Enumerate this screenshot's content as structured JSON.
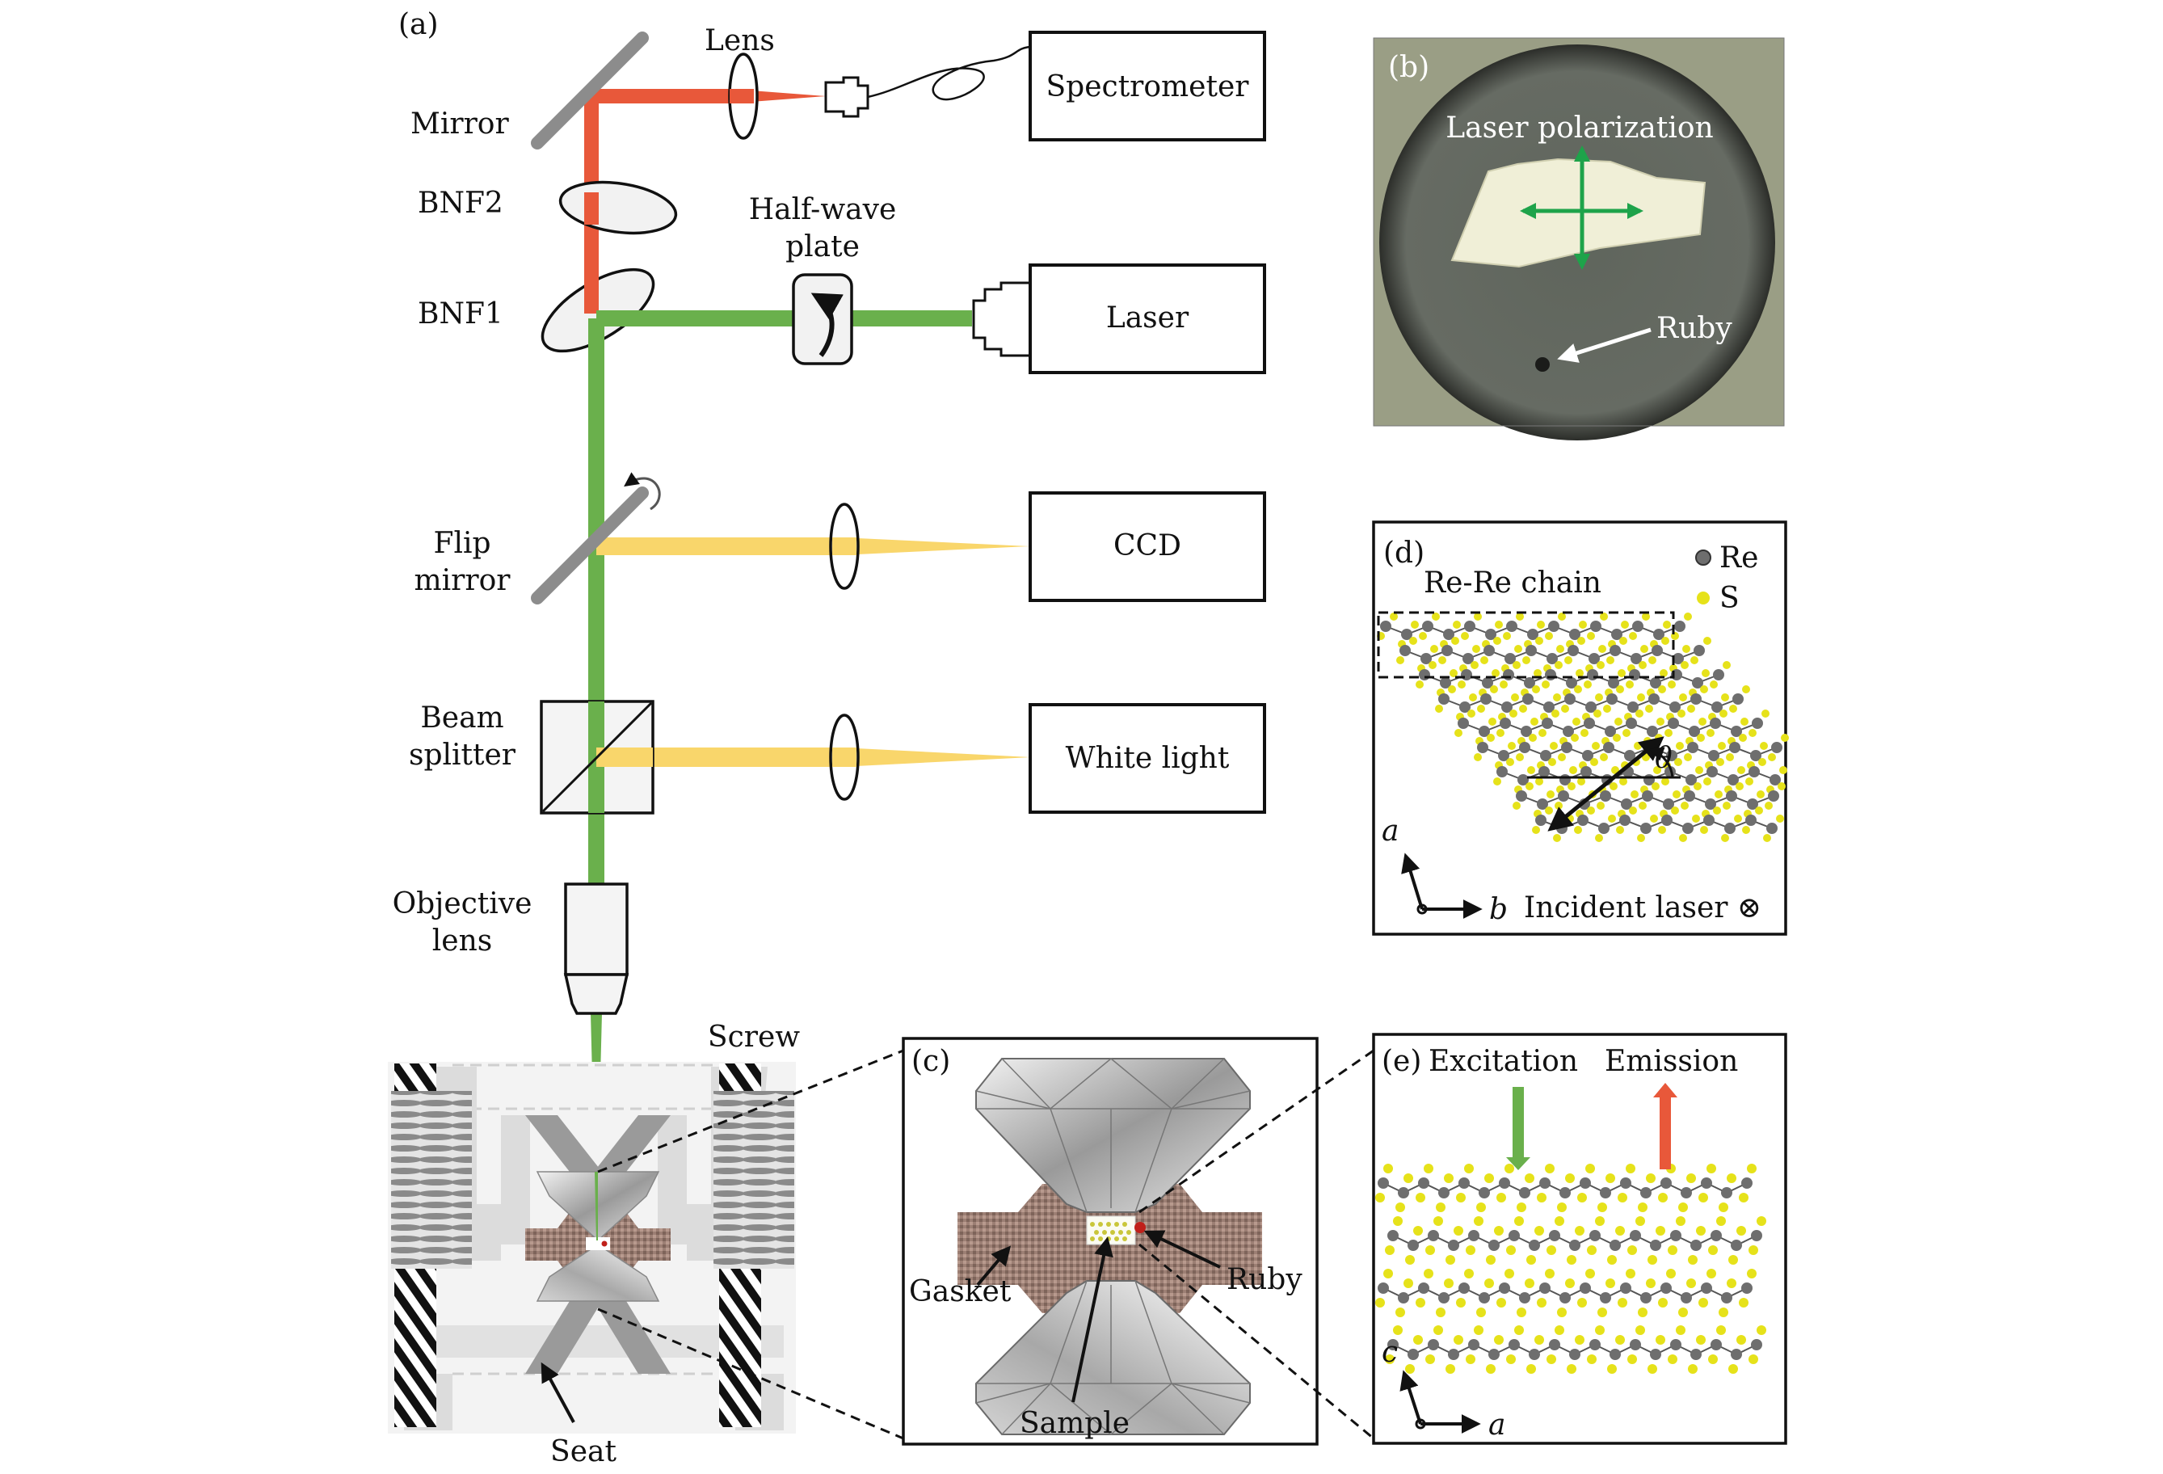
{
  "panel_a": {
    "tag": "(a)",
    "mirror": "Mirror",
    "lens": "Lens",
    "spectrometer": "Spectrometer",
    "bnf2": "BNF2",
    "halfwave_1": "Half-wave",
    "halfwave_2": "plate",
    "bnf1": "BNF1",
    "laser": "Laser",
    "flip_1": "Flip",
    "flip_2": "mirror",
    "ccd": "CCD",
    "beam_1": "Beam",
    "beam_2": "splitter",
    "white_light": "White light",
    "objective_1": "Objective",
    "objective_2": "lens",
    "screw": "Screw",
    "seat": "Seat"
  },
  "panel_b": {
    "tag": "(b)",
    "laser_polarization": "Laser polarization",
    "ruby": "Ruby"
  },
  "panel_c": {
    "tag": "(c)",
    "gasket": "Gasket",
    "ruby": "Ruby",
    "sample": "Sample"
  },
  "panel_d": {
    "tag": "(d)",
    "re_re_chain": "Re-Re chain",
    "legend_re": "Re",
    "legend_s": "S",
    "theta": "θ",
    "axis_a": "a",
    "axis_b": "b",
    "incident": "Incident laser ⊗"
  },
  "panel_e": {
    "tag": "(e)",
    "excitation": "Excitation",
    "emission": "Emission",
    "axis_c": "c",
    "axis_a": "a"
  },
  "colors": {
    "green_beam": "#6ab04c",
    "red_beam": "#e8583a",
    "yellow_beam": "#f9d66b",
    "re_atom": "#6e6e6e",
    "s_atom": "#e6e21a"
  }
}
